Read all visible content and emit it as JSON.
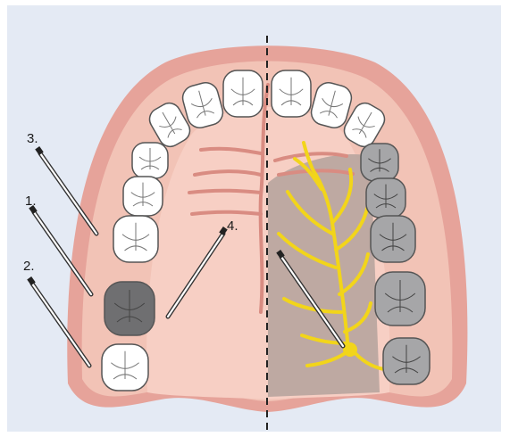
{
  "figure": {
    "labels": {
      "three": "3.",
      "one": "1.",
      "two": "2.",
      "four": "4."
    },
    "colors": {
      "background": "#e4eaf4",
      "gum_outer": "#e6a39a",
      "gum_rim": "#f2c3b6",
      "palate": "#f7cfc4",
      "anesthetized_area": "#bba7a0",
      "nerve": "#f2d51a",
      "tooth_white": "#ffffff",
      "tooth_dark": "#6f6f71",
      "tooth_grey": "#a6a6a8",
      "needle": "#333333"
    }
  }
}
